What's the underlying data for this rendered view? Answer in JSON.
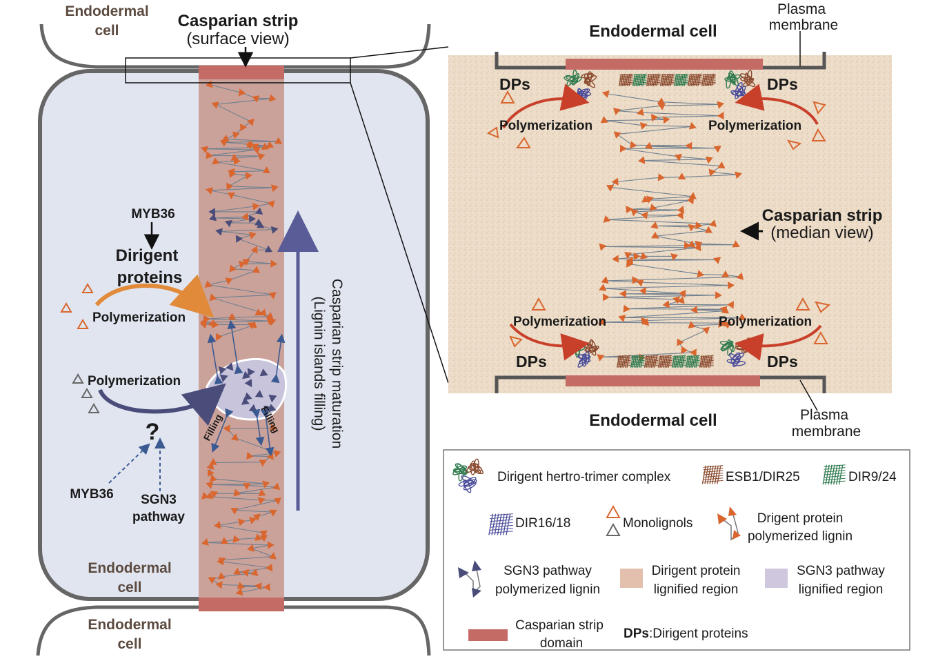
{
  "left": {
    "top_cell": [
      "Endodermal",
      "cell"
    ],
    "strip_title": "Casparian strip",
    "strip_sub": "(surface view)",
    "myb36_top": "MYB36",
    "dirigent": [
      "Dirigent",
      "proteins"
    ],
    "poly1": "Polymerization",
    "poly2": "Polymerization",
    "question": "?",
    "myb36_bottom": "MYB36",
    "sgn3": [
      "SGN3",
      "pathway"
    ],
    "filling": "Filling",
    "maturation": [
      "Casparian strip maturation",
      "(Lignin islands filling)"
    ],
    "inner_cell": [
      "Endodermal",
      "cell"
    ],
    "bottom_cell": [
      "Endodermal",
      "cell"
    ]
  },
  "right": {
    "top_cell": "Endodermal cell",
    "plasma_top": [
      "Plasma",
      "membrane"
    ],
    "dps": "DPs",
    "poly": "Polymerization",
    "strip": "Casparian strip",
    "strip_view": "(median view)",
    "bottom_cell": "Endodermal cell",
    "plasma_bottom": [
      "Plasma",
      "membrane"
    ]
  },
  "legend": {
    "complex": "Dirigent hertro-trimer complex",
    "esb": "ESB1/DIR25",
    "dir924": "DIR9/24",
    "dir1618": "DIR16/18",
    "monolignols": "Monolignols",
    "dp_lignin": [
      "Drigent protein",
      "polymerized lignin"
    ],
    "sgn3_lignin": [
      "SGN3 pathway",
      "polymerized lignin"
    ],
    "dp_region": [
      "Dirigent protein",
      "lignified region"
    ],
    "sgn3_region": [
      "SGN3 pathway",
      "lignified region"
    ],
    "cs_domain": [
      "Casparian strip",
      "domain"
    ],
    "dps_bold": "DPs",
    "dps_def": ":Dirigent proteins"
  },
  "colors": {
    "monolignol": "#d9662e",
    "sgn3": "#4a4c7a",
    "cell_fill": "#e1e5f0",
    "strip": "#caa29a",
    "strip_domain": "#c56b66",
    "wall_texture": "#ecdcc8",
    "sgn3_region": "#c8c4dc"
  }
}
